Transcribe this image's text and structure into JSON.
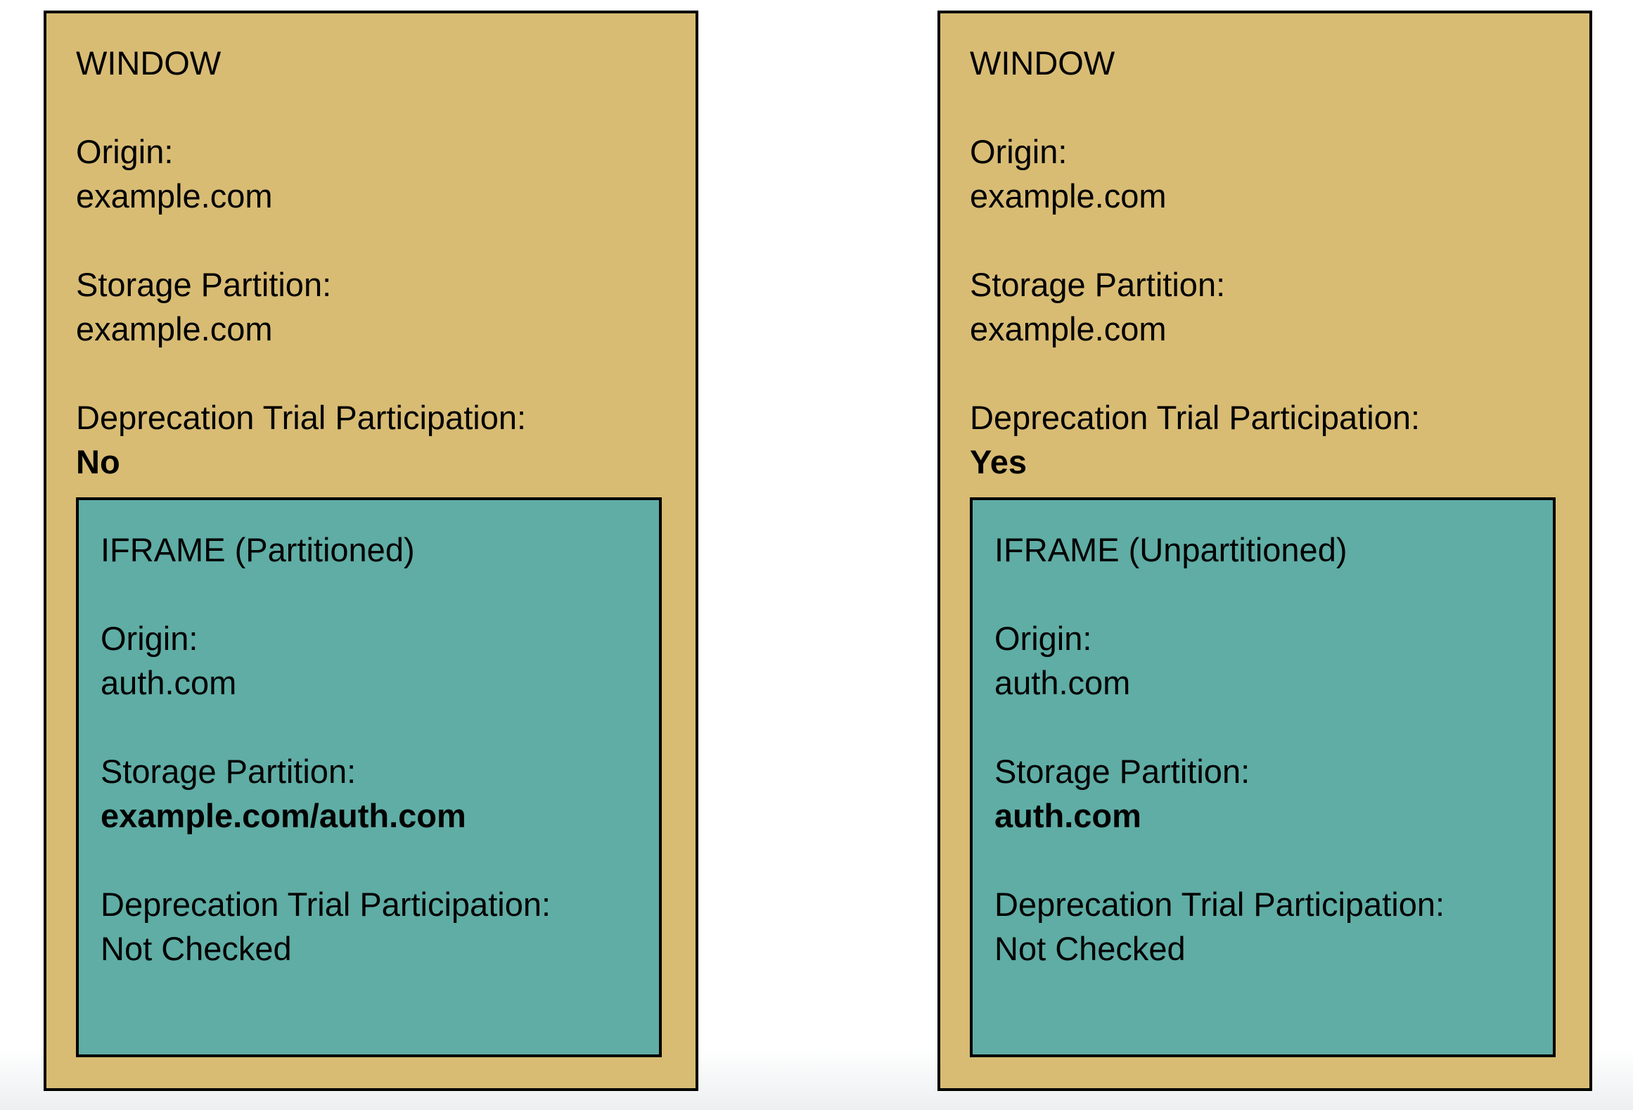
{
  "colors": {
    "window_bg": "#d8bc74",
    "iframe_bg": "#5fada5",
    "border": "#000000",
    "page_bg": "#ffffff"
  },
  "windows": [
    {
      "title": "WINDOW",
      "origin": {
        "label": "Origin:",
        "value": "example.com"
      },
      "storage": {
        "label": "Storage Partition:",
        "value": "example.com"
      },
      "trial": {
        "label": "Deprecation Trial Participation:",
        "value": "No"
      },
      "iframe": {
        "title": "IFRAME (Partitioned)",
        "origin": {
          "label": "Origin:",
          "value": "auth.com"
        },
        "storage": {
          "label": "Storage Partition:",
          "value": "example.com/auth.com"
        },
        "trial": {
          "label": "Deprecation Trial Participation:",
          "value": "Not Checked"
        }
      }
    },
    {
      "title": "WINDOW",
      "origin": {
        "label": "Origin:",
        "value": "example.com"
      },
      "storage": {
        "label": "Storage Partition:",
        "value": "example.com"
      },
      "trial": {
        "label": "Deprecation Trial Participation:",
        "value": "Yes"
      },
      "iframe": {
        "title": "IFRAME (Unpartitioned)",
        "origin": {
          "label": "Origin:",
          "value": "auth.com"
        },
        "storage": {
          "label": "Storage Partition:",
          "value": "auth.com"
        },
        "trial": {
          "label": "Deprecation Trial Participation:",
          "value": "Not Checked"
        }
      }
    }
  ]
}
